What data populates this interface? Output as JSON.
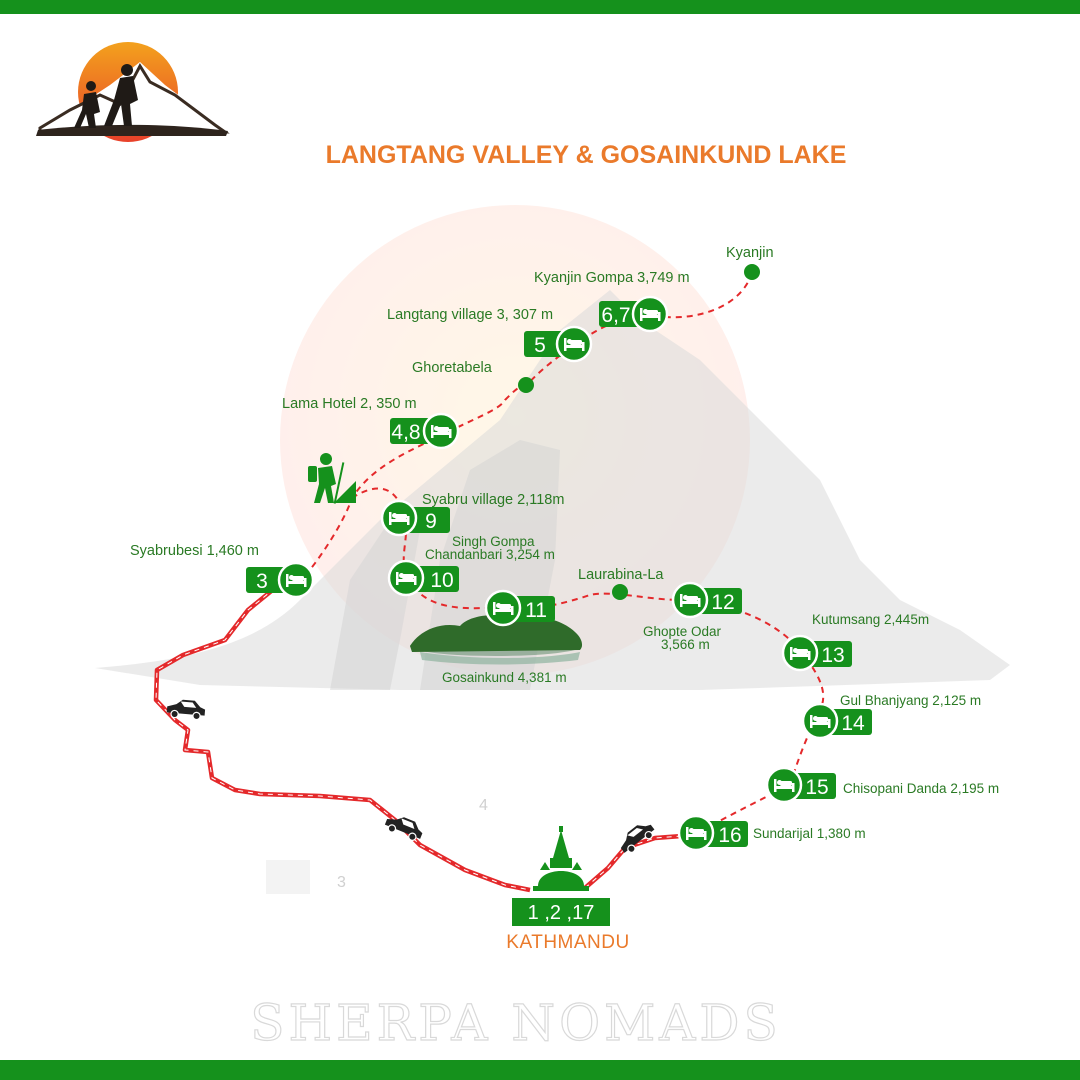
{
  "title": "LANGTANG VALLEY & GOSAINKUND LAKE",
  "watermark": "SHERPA NOMADS",
  "colors": {
    "route": "#e4292b",
    "green": "#15911c",
    "label": "#2a7a24",
    "accent": "#ea7a2b",
    "car": "#222222"
  },
  "route_style": "dashed red line",
  "stops": [
    {
      "id": "kathmandu",
      "days": "1 ,2 ,17",
      "name": "KATHMANDU",
      "icon": "stupa-icon"
    },
    {
      "id": "syabrubesi",
      "days": "3",
      "name": "Syabrubesi 1,460 m",
      "icon": "bed-icon"
    },
    {
      "id": "lama-hotel",
      "days": "4,8",
      "name": "Lama Hotel 2, 350 m",
      "icon": "bed-icon"
    },
    {
      "id": "langtang-village",
      "days": "5",
      "name": "Langtang village 3, 307 m",
      "icon": "bed-icon"
    },
    {
      "id": "kyanjin-gompa",
      "days": "6,7",
      "name": "Kyanjin Gompa 3,749 m",
      "icon": "bed-icon"
    },
    {
      "id": "syabru-village",
      "days": "9",
      "name": "Syabru village 2,118m",
      "icon": "bed-icon"
    },
    {
      "id": "singh-gompa",
      "days": "10",
      "name_line1": "Singh Gompa",
      "name_line2": "Chandanbari 3,254 m",
      "icon": "bed-icon"
    },
    {
      "id": "gosainkund",
      "days": "11",
      "name": "Gosainkund 4,381 m",
      "icon": "bed-icon"
    },
    {
      "id": "ghopte-odar",
      "days": "12",
      "name_line1": "Ghopte Odar",
      "name_line2": "3,566 m",
      "icon": "bed-icon"
    },
    {
      "id": "kutumsang",
      "days": "13",
      "name": "Kutumsang 2,445m",
      "icon": "bed-icon"
    },
    {
      "id": "gul-bhanjyang",
      "days": "14",
      "name": "Gul Bhanjyang 2,125 m",
      "icon": "bed-icon"
    },
    {
      "id": "chisopani",
      "days": "15",
      "name": "Chisopani Danda 2,195 m",
      "icon": "bed-icon"
    },
    {
      "id": "sundarijal",
      "days": "16",
      "name": "Sundarijal 1,380 m",
      "icon": "bed-icon"
    }
  ],
  "waypoints": [
    {
      "id": "kyanjin",
      "name": "Kyanjin"
    },
    {
      "id": "ghoretabela",
      "name": "Ghoretabela"
    },
    {
      "id": "laurabina-la",
      "name": "Laurabina-La"
    }
  ],
  "vehicle_legs": [
    {
      "from": "Kathmandu",
      "to": "Syabrubesi",
      "icon": "car-icon"
    },
    {
      "from": "Sundarijal",
      "to": "Kathmandu",
      "icon": "car-icon"
    }
  ],
  "faint_marks": [
    "4",
    "3"
  ]
}
